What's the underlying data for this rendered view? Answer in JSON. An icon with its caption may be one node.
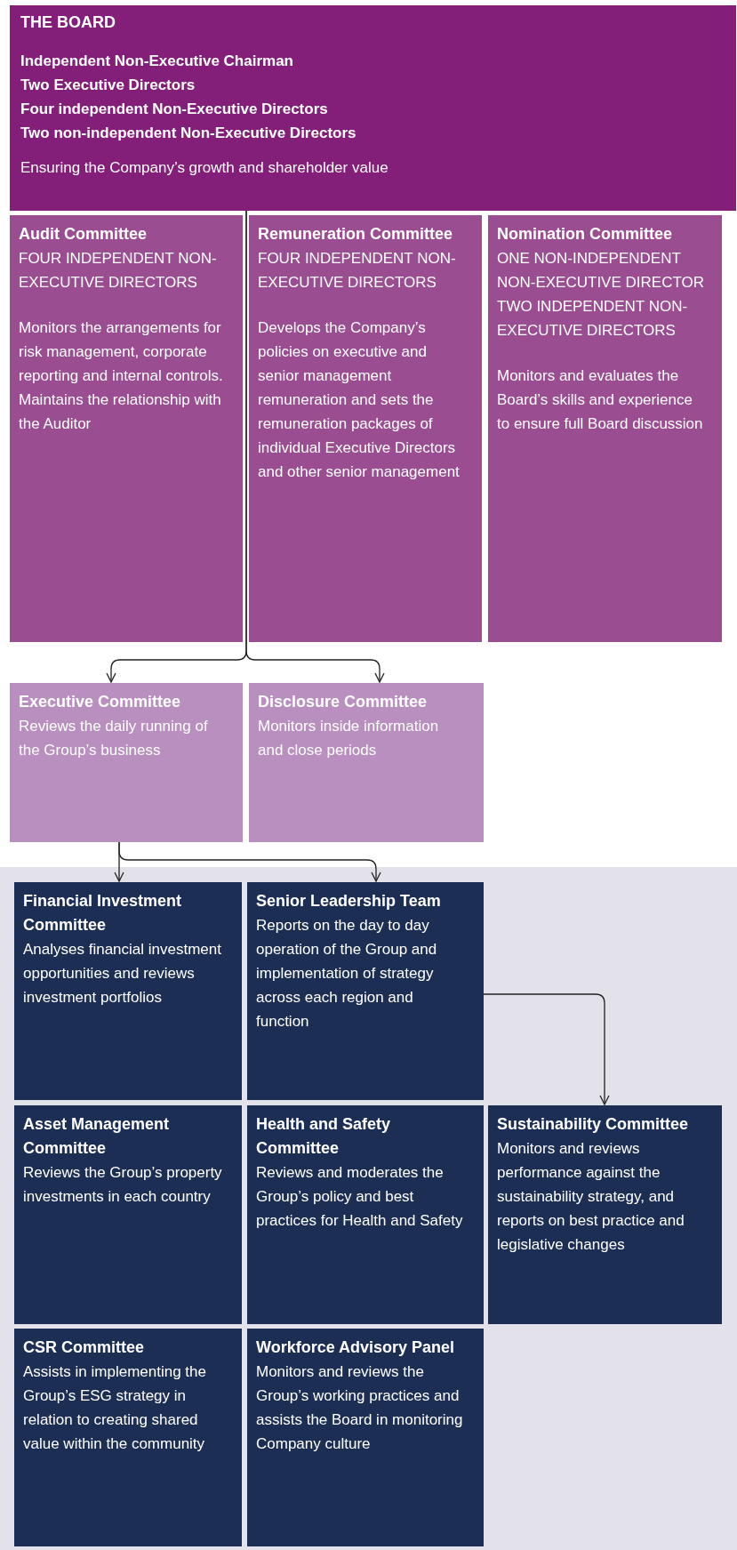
{
  "diagram": {
    "nodes": [
      {
        "text": [
          "THE BOARD",
          "Independent Non-Executive Chairman",
          "Two Executive Directors",
          "Four independent Non-Executive Directors",
          "Two non-independent Non-Executive Directors",
          "Ensuring the Company’s growth and shareholder value"
        ]
      },
      {
        "text": [
          "Audit Committee",
          "FOUR INDEPENDENT NON-EXECUTIVE DIRECTORS",
          "Monitors the arrangements for risk management, corporate reporting and internal controls. Maintains the relationship with the Auditor"
        ]
      },
      {
        "text": [
          "Remuneration Committee",
          "FOUR INDEPENDENT NON-EXECUTIVE DIRECTORS",
          "Develops the Company’s policies on executive and senior management remuneration and sets the remuneration packages of individual Executive Directors and other senior management"
        ]
      },
      {
        "text": [
          "Nomination Committee",
          "ONE NON-INDEPENDENT NON-EXECUTIVE DIRECTOR TWO INDEPENDENT NON-EXECUTIVE DIRECTORS",
          "Monitors and evaluates the Board’s skills and experience to ensure full Board discussion"
        ]
      },
      {
        "text": [
          "Executive Committee",
          "Reviews the daily running of the Group’s business"
        ]
      },
      {
        "text": [
          "Disclosure Committee",
          "Monitors inside information and close periods"
        ]
      },
      {
        "text": [
          "Financial Investment Committee",
          "Analyses financial investment opportunities and reviews investment portfolios"
        ]
      },
      {
        "text": [
          "Senior Leadership Team",
          "Reports on the day to day operation of the Group and implementation of strategy across each region and function"
        ]
      },
      {
        "text": [
          "Asset Management Committee",
          "Reviews the Group’s property investments in each country"
        ]
      },
      {
        "text": [
          "Health and Safety Committee",
          "Reviews and moderates the Group’s policy and best practices for Health and Safety"
        ]
      },
      {
        "text": [
          "Sustainability Committee",
          "Monitors and reviews performance against the sustainability strategy, and reports on best practice and legislative changes"
        ]
      },
      {
        "text": [
          "CSR Committee",
          "Assists in implementing the Group’s ESG strategy in relation to creating shared value within the community"
        ]
      },
      {
        "text": [
          "Workforce Advisory Panel",
          "Monitors and reviews the Group’s working practices and assists the Board in monitoring Company culture"
        ]
      }
    ],
    "edges": [
      {
        "from": 0,
        "to": 4,
        "arrow": "to"
      },
      {
        "from": 0,
        "to": 5,
        "arrow": "to"
      },
      {
        "from": 4,
        "to": 6,
        "arrow": "to"
      },
      {
        "from": 4,
        "to": 7,
        "arrow": "to"
      },
      {
        "from": 7,
        "to": 10,
        "arrow": "to"
      }
    ]
  }
}
